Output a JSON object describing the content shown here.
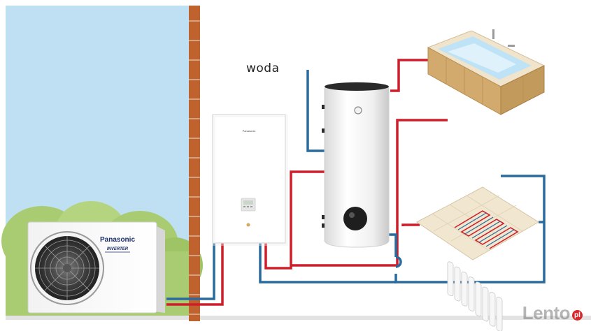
{
  "labels": {
    "water": "woda"
  },
  "outdoor_unit": {
    "brand": "Panasonic",
    "series": "INVERTER"
  },
  "indoor_unit": {
    "brand": "Panasonic"
  },
  "watermark": {
    "text": "Lento",
    "badge": "pl"
  },
  "colors": {
    "hot_pipe": "#cc1f2a",
    "cold_pipe": "#2b6a9c",
    "sky": "#bfe0f2",
    "brick": "#c0622e",
    "bush": "#a9cc72"
  }
}
